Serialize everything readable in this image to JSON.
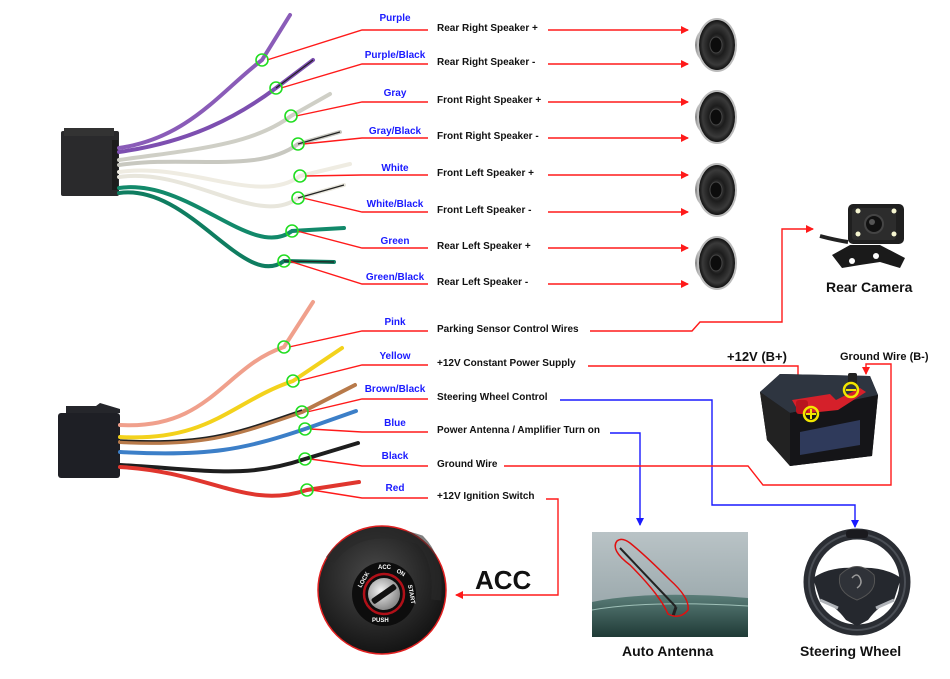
{
  "colors": {
    "connector_line": "#ff1a1a",
    "signal_line_blue": "#1a1aff",
    "marker_ring": "#22dd22",
    "wire_label": "#1a1aff",
    "text": "#111111",
    "battery_marker": "#f2e600"
  },
  "speaker_harness": {
    "wires": [
      {
        "color_name": "Purple",
        "function": "Rear Right Speaker +",
        "wire_hex": "#8a5cb8",
        "target": "speaker-1"
      },
      {
        "color_name": "Purple/Black",
        "function": "Rear Right Speaker -",
        "wire_hex": "#7d4fb0",
        "target": "speaker-1"
      },
      {
        "color_name": "Gray",
        "function": "Front Right Speaker +",
        "wire_hex": "#cfcfc6",
        "target": "speaker-2"
      },
      {
        "color_name": "Gray/Black",
        "function": "Front Right Speaker -",
        "wire_hex": "#c8c8c0",
        "target": "speaker-2"
      },
      {
        "color_name": "White",
        "function": "Front Left Speaker +",
        "wire_hex": "#efece2",
        "target": "speaker-3"
      },
      {
        "color_name": "White/Black",
        "function": "Front Left Speaker -",
        "wire_hex": "#e8e6dc",
        "target": "speaker-3"
      },
      {
        "color_name": "Green",
        "function": "Rear Left Speaker +",
        "wire_hex": "#12896a",
        "target": "speaker-4"
      },
      {
        "color_name": "Green/Black",
        "function": "Rear Left Speaker -",
        "wire_hex": "#0f7d60",
        "target": "speaker-4"
      }
    ]
  },
  "power_harness": {
    "wires": [
      {
        "color_name": "Pink",
        "function": "Parking Sensor Control Wires",
        "wire_hex": "#f0a08c",
        "target": "rear-camera"
      },
      {
        "color_name": "Yellow",
        "function": "+12V Constant Power Supply",
        "wire_hex": "#f3d21c",
        "target": "battery-positive"
      },
      {
        "color_name": "Brown/Black",
        "function": "Steering Wheel Control",
        "wire_hex": "#b87a4a",
        "target": "steering-wheel"
      },
      {
        "color_name": "Blue",
        "function": "Power Antenna / Amplifier Turn on",
        "wire_hex": "#3c7fc8",
        "target": "auto-antenna"
      },
      {
        "color_name": "Black",
        "function": "Ground Wire",
        "wire_hex": "#1e1e1e",
        "target": "battery-negative"
      },
      {
        "color_name": "Red",
        "function": "+12V  Ignition Switch",
        "wire_hex": "#e0362e",
        "target": "acc"
      }
    ]
  },
  "devices": {
    "speakers_count": 4,
    "rear_camera": "Rear Camera",
    "battery_positive": "+12V  (B+)",
    "battery_negative": "Ground Wire (B-)",
    "acc": "ACC",
    "auto_antenna": "Auto Antenna",
    "steering_wheel": "Steering Wheel",
    "ignition_ring_text": [
      "LOCK",
      "ACC",
      "ON",
      "START",
      "PUSH"
    ]
  }
}
